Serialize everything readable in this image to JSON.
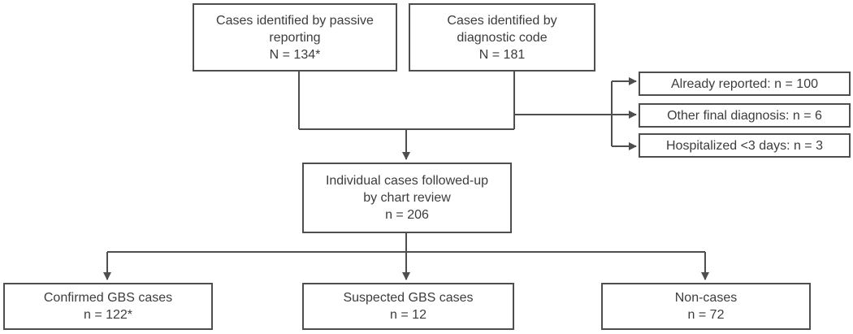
{
  "figure": {
    "type": "flowchart",
    "description": "Case identification and chart-review flow for GBS cases",
    "colors": {
      "background": "#ffffff",
      "box_border": "#4e4e4e",
      "text": "#3c3c3c",
      "connector": "#4e4e4e"
    }
  },
  "nodes": {
    "passive_reporting": {
      "lines": [
        "Cases identified by passive",
        "reporting",
        "N = 134*"
      ]
    },
    "diagnostic_code": {
      "lines": [
        "Cases identified by",
        "diagnostic code",
        "N = 181"
      ]
    },
    "already_reported": {
      "lines": [
        "Already reported: n = 100"
      ]
    },
    "other_final_diagnosis": {
      "lines": [
        "Other final diagnosis: n = 6"
      ]
    },
    "hospitalized": {
      "lines": [
        "Hospitalized <3 days: n = 3"
      ]
    },
    "chart_review_followup": {
      "lines": [
        "Individual cases followed-up",
        "by chart review",
        "n = 206"
      ]
    },
    "confirmed_gbs": {
      "lines": [
        "Confirmed GBS cases",
        "n = 122*"
      ]
    },
    "suspected_gbs": {
      "lines": [
        "Suspected GBS cases",
        "n = 12"
      ]
    },
    "non_cases": {
      "lines": [
        "Non-cases",
        "n = 72"
      ]
    }
  },
  "edges": [
    {
      "from": "passive_reporting",
      "to": "chart_review_followup"
    },
    {
      "from": "diagnostic_code",
      "to": "chart_review_followup"
    },
    {
      "from": "diagnostic_code",
      "to": "already_reported"
    },
    {
      "from": "diagnostic_code",
      "to": "other_final_diagnosis"
    },
    {
      "from": "diagnostic_code",
      "to": "hospitalized"
    },
    {
      "from": "chart_review_followup",
      "to": "confirmed_gbs"
    },
    {
      "from": "chart_review_followup",
      "to": "suspected_gbs"
    },
    {
      "from": "chart_review_followup",
      "to": "non_cases"
    }
  ]
}
